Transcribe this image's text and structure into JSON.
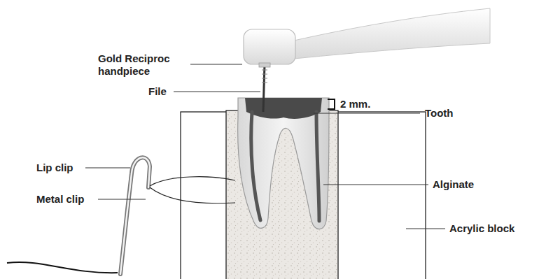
{
  "diagram": {
    "labels": [
      "Gold Reciproc handpiece",
      "File",
      "2 mm.",
      "Tooth",
      "Alginate",
      "Acrylic block",
      "Lip clip",
      "Metal clip"
    ]
  }
}
